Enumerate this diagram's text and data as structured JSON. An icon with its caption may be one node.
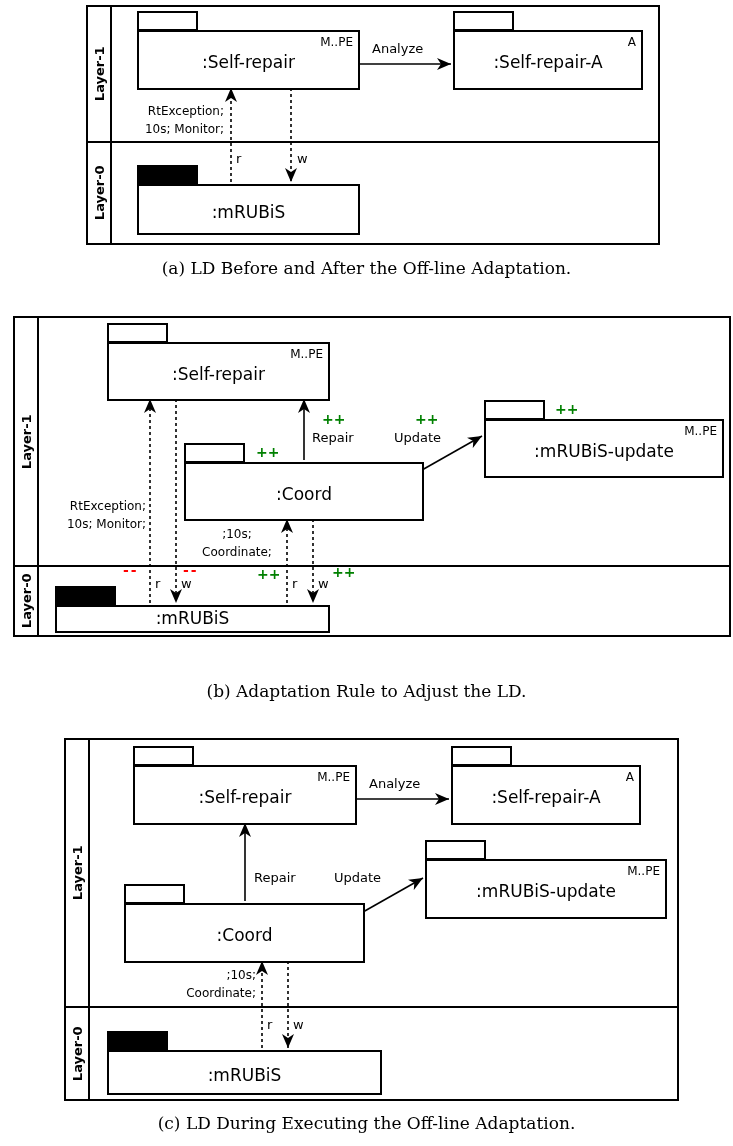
{
  "diagram": {
    "nodes": [
      {
        "text": [
          "Layer-1"
        ]
      },
      {
        "text": [
          ":Self-repair",
          "M..PE"
        ],
        "in": 0
      },
      {
        "text": [
          ":Self-repair-A",
          "A"
        ],
        "in": 0
      },
      {
        "text": [
          "Layer-0"
        ]
      },
      {
        "text": [
          ":mRUBiS"
        ],
        "in": 3
      },
      {
        "text": [
          "Layer-1"
        ]
      },
      {
        "text": [
          ":Self-repair",
          "M..PE"
        ],
        "in": 5
      },
      {
        "text": [
          ":Coord"
        ],
        "in": 5,
        "beside": [
          "++"
        ]
      },
      {
        "text": [
          ":mRUBiS-update",
          "M..PE"
        ],
        "in": 5,
        "beside": [
          "++"
        ]
      },
      {
        "text": [
          "Layer-0"
        ]
      },
      {
        "text": [
          ":mRUBiS"
        ],
        "in": 9
      },
      {
        "text": [
          "Layer-1"
        ]
      },
      {
        "text": [
          ":Self-repair",
          "M..PE"
        ],
        "in": 11
      },
      {
        "text": [
          ":Self-repair-A",
          "A"
        ],
        "in": 11
      },
      {
        "text": [
          ":mRUBiS-update",
          "M..PE"
        ],
        "in": 11
      },
      {
        "text": [
          ":Coord"
        ],
        "in": 11
      },
      {
        "text": [
          "Layer-0"
        ]
      },
      {
        "text": [
          ":mRUBiS"
        ],
        "in": 16
      }
    ],
    "edges": [
      {
        "from": 1,
        "to": 2,
        "arrow": "to",
        "label": "Analyze"
      },
      {
        "from": 4,
        "to": 1,
        "arrow": "to",
        "style": "dashed",
        "label": "r"
      },
      {
        "from": 1,
        "to": 4,
        "arrow": "to",
        "style": "dashed",
        "label": "w"
      },
      {
        "from": 10,
        "to": 6,
        "arrow": "to",
        "style": "dashed",
        "label": "r"
      },
      {
        "from": 6,
        "to": 10,
        "arrow": "to",
        "style": "dashed",
        "label": "w"
      },
      {
        "from": 7,
        "to": 6,
        "arrow": "to",
        "label": "Repair"
      },
      {
        "from": 7,
        "to": 8,
        "arrow": "to",
        "label": "Update"
      },
      {
        "from": 10,
        "to": 7,
        "arrow": "to",
        "style": "dashed",
        "label": "r"
      },
      {
        "from": 7,
        "to": 10,
        "arrow": "to",
        "style": "dashed",
        "label": "w"
      },
      {
        "from": 12,
        "to": 13,
        "arrow": "to",
        "label": "Analyze"
      },
      {
        "from": 15,
        "to": 12,
        "arrow": "to",
        "label": "Repair"
      },
      {
        "from": 15,
        "to": 14,
        "arrow": "to",
        "label": "Update"
      },
      {
        "from": 17,
        "to": 15,
        "arrow": "to",
        "style": "dashed",
        "label": "r"
      },
      {
        "from": 15,
        "to": 17,
        "arrow": "to",
        "style": "dashed",
        "label": "w"
      }
    ],
    "labels": [
      "RtException; 10s; Monitor;",
      "(a) LD Before and After the Off-line Adaptation.",
      "RtException; 10s; Monitor;",
      ";10s; Coordinate;",
      "++",
      "++",
      "--",
      "--",
      "++",
      "++",
      "(b) Adaptation Rule to Adjust the LD.",
      ";10s; Coordinate;",
      "(c) LD During Executing the Off-line Adaptation."
    ]
  }
}
